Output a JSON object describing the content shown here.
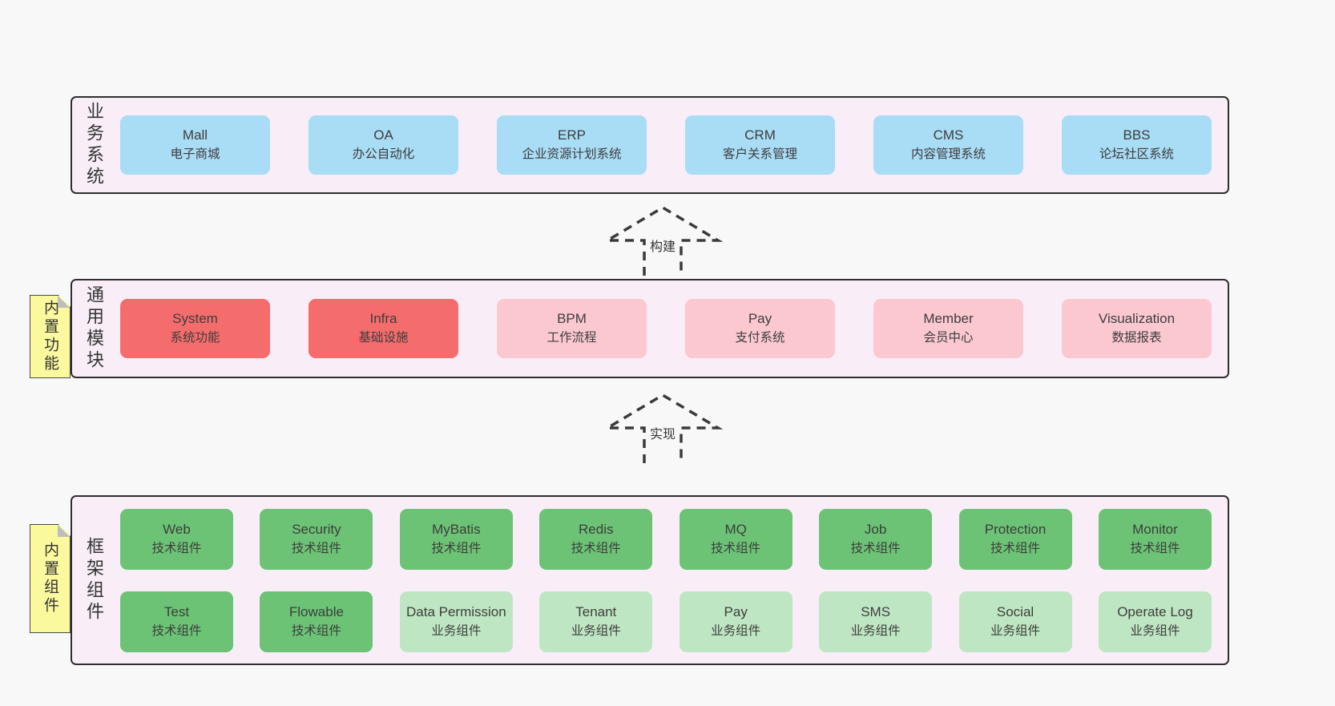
{
  "colors": {
    "pageBg": "#f8f8f8",
    "panelBg": "#f9eef8",
    "panelBorder": "#2e2e2e",
    "blue": "#a9dcf5",
    "red": "#f56c6c",
    "pink": "#fbc8d0",
    "green": "#6cc375",
    "lightGreen": "#bfe6c3",
    "yellow": "#fbf99d",
    "text": "#3d3d3d"
  },
  "arrows": {
    "build": {
      "label": "构建"
    },
    "implement": {
      "label": "实现"
    }
  },
  "sections": {
    "business": {
      "label": "业务系统",
      "boxes": [
        {
          "title": "Mall",
          "subtitle": "电子商城",
          "variant": "blue"
        },
        {
          "title": "OA",
          "subtitle": "办公自动化",
          "variant": "blue"
        },
        {
          "title": "ERP",
          "subtitle": "企业资源计划系统",
          "variant": "blue"
        },
        {
          "title": "CRM",
          "subtitle": "客户关系管理",
          "variant": "blue"
        },
        {
          "title": "CMS",
          "subtitle": "内容管理系统",
          "variant": "blue"
        },
        {
          "title": "BBS",
          "subtitle": "论坛社区系统",
          "variant": "blue"
        }
      ]
    },
    "modules": {
      "label": "通用模块",
      "tab": "内置功能",
      "boxes": [
        {
          "title": "System",
          "subtitle": "系统功能",
          "variant": "red"
        },
        {
          "title": "Infra",
          "subtitle": "基础设施",
          "variant": "red"
        },
        {
          "title": "BPM",
          "subtitle": "工作流程",
          "variant": "pink"
        },
        {
          "title": "Pay",
          "subtitle": "支付系统",
          "variant": "pink"
        },
        {
          "title": "Member",
          "subtitle": "会员中心",
          "variant": "pink"
        },
        {
          "title": "Visualization",
          "subtitle": "数据报表",
          "variant": "pink"
        }
      ]
    },
    "framework": {
      "label": "框架组件",
      "tab": "内置组件",
      "rows": [
        [
          {
            "title": "Web",
            "subtitle": "技术组件",
            "variant": "green"
          },
          {
            "title": "Security",
            "subtitle": "技术组件",
            "variant": "green"
          },
          {
            "title": "MyBatis",
            "subtitle": "技术组件",
            "variant": "green"
          },
          {
            "title": "Redis",
            "subtitle": "技术组件",
            "variant": "green"
          },
          {
            "title": "MQ",
            "subtitle": "技术组件",
            "variant": "green"
          },
          {
            "title": "Job",
            "subtitle": "技术组件",
            "variant": "green"
          },
          {
            "title": "Protection",
            "subtitle": "技术组件",
            "variant": "green"
          },
          {
            "title": "Monitor",
            "subtitle": "技术组件",
            "variant": "green"
          }
        ],
        [
          {
            "title": "Test",
            "subtitle": "技术组件",
            "variant": "green"
          },
          {
            "title": "Flowable",
            "subtitle": "技术组件",
            "variant": "green"
          },
          {
            "title": "Data Permission",
            "subtitle": "业务组件",
            "variant": "lightGreen"
          },
          {
            "title": "Tenant",
            "subtitle": "业务组件",
            "variant": "lightGreen"
          },
          {
            "title": "Pay",
            "subtitle": "业务组件",
            "variant": "lightGreen"
          },
          {
            "title": "SMS",
            "subtitle": "业务组件",
            "variant": "lightGreen"
          },
          {
            "title": "Social",
            "subtitle": "业务组件",
            "variant": "lightGreen"
          },
          {
            "title": "Operate Log",
            "subtitle": "业务组件",
            "variant": "lightGreen"
          }
        ]
      ]
    }
  }
}
